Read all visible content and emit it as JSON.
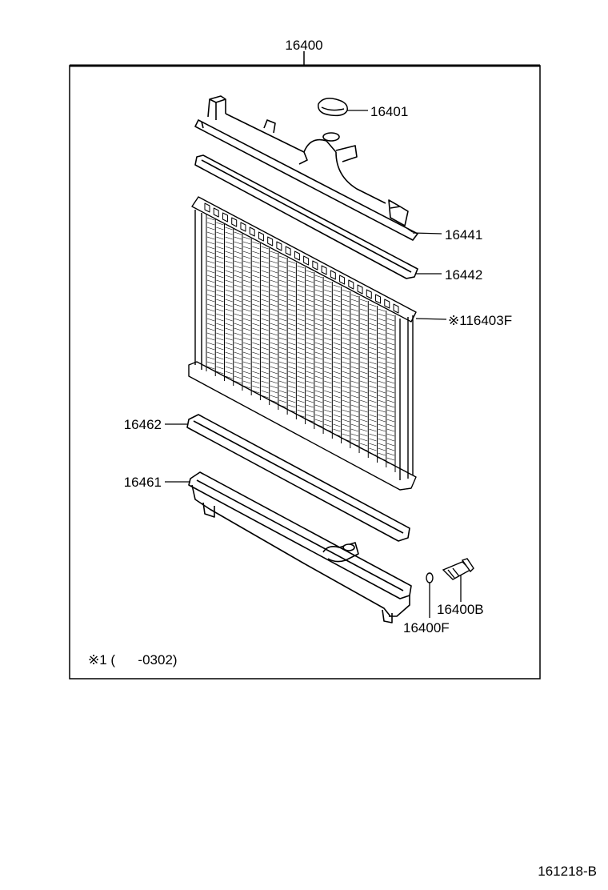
{
  "assembly_label": "16400",
  "callouts": {
    "cap": "16401",
    "upper_tank": "16441",
    "upper_gasket": "16442",
    "core": "※116403F",
    "lower_gasket": "16462",
    "lower_tank": "16461",
    "drain_cock": "16400B",
    "drain_oring": "16400F"
  },
  "footnote": "※1 (      -0302)",
  "figure_code": "161218-B",
  "colors": {
    "line": "#000000",
    "background": "#ffffff"
  }
}
